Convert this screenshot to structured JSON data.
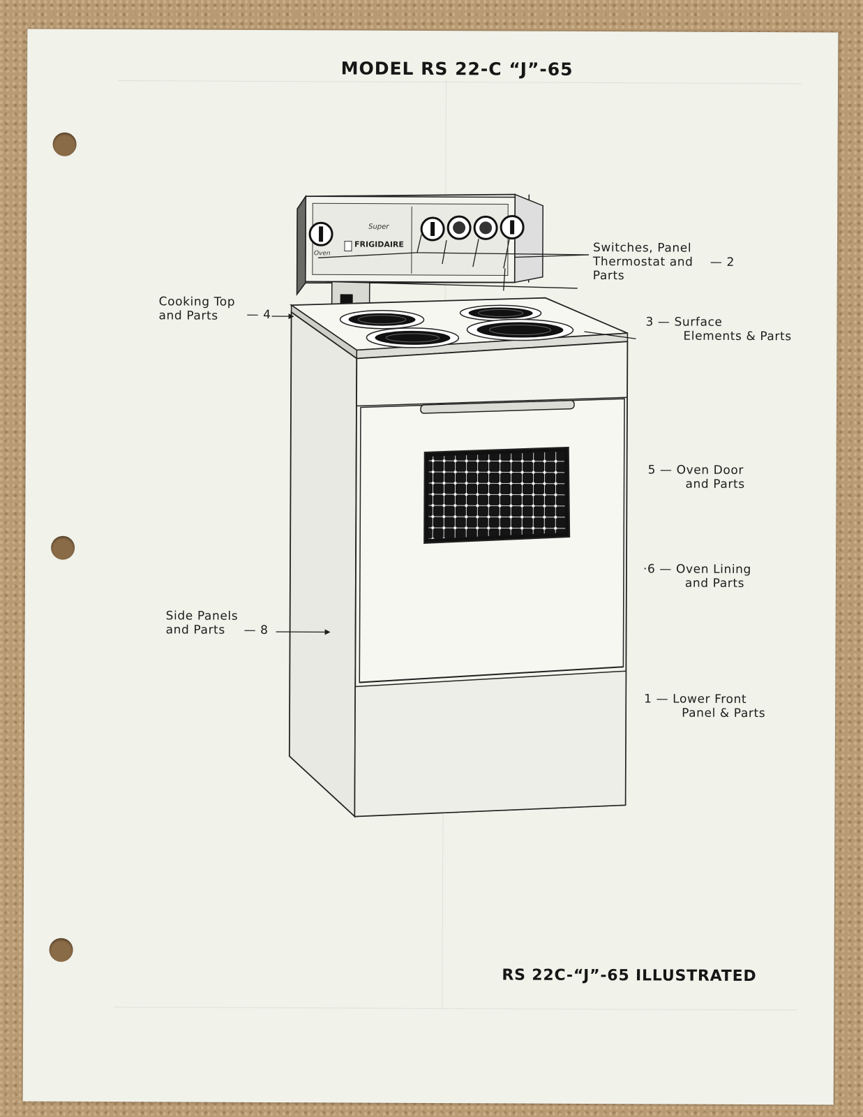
{
  "title": "MODEL RS 22-C “J”-65",
  "caption": "RS 22C-“J”-65 ILLUSTRATED",
  "callouts": {
    "switches": {
      "line1": "Switches, Panel",
      "line2": "Thermostat and",
      "line3": "Parts",
      "number": "— 2"
    },
    "cooking_top": {
      "line1": "Cooking Top",
      "line2": "and Parts",
      "number": "— 4"
    },
    "surface": {
      "line1": "3 — Surface",
      "line2": "Elements & Parts"
    },
    "oven_door": {
      "line1": "5 — Oven Door",
      "line2": "and Parts"
    },
    "oven_lining": {
      "line1": "·6 — Oven Lining",
      "line2": "and Parts"
    },
    "side_panels": {
      "line1": "Side Panels",
      "line2": "and Parts",
      "number": "— 8"
    },
    "lower_front": {
      "line1": "1 — Lower Front",
      "line2": "Panel & Parts"
    }
  },
  "range_panel": {
    "brand": "FRIGIDAIRE",
    "model_script": "Super",
    "knob_label_oven": "Oven"
  }
}
